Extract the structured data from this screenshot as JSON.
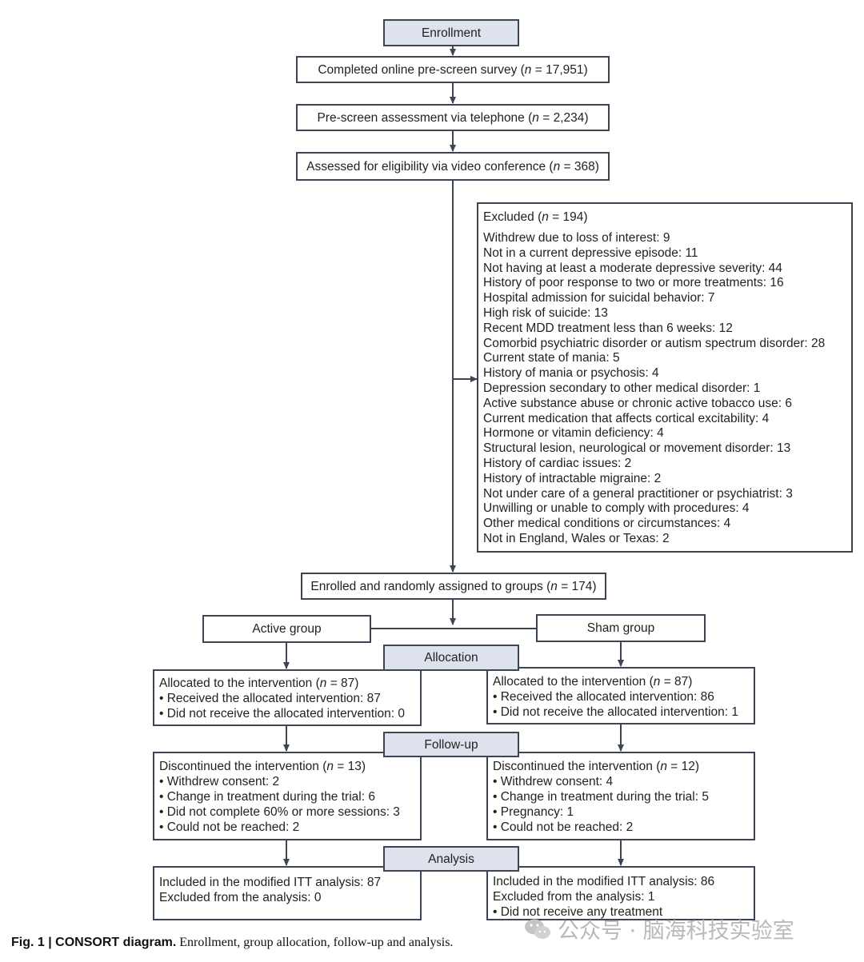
{
  "diagram": {
    "phases": {
      "enrollment": "Enrollment",
      "allocation": "Allocation",
      "followup": "Follow-up",
      "analysis": "Analysis"
    },
    "steps": {
      "survey": {
        "text": "Completed online pre-screen survey (",
        "n": "n",
        "rest": " = 17,951)"
      },
      "telephone": {
        "text": "Pre-screen assessment via telephone (",
        "n": "n",
        "rest": " = 2,234)"
      },
      "video": {
        "text": "Assessed for eligibility via video conference (",
        "n": "n",
        "rest": " = 368)"
      },
      "enrolled": {
        "text": "Enrolled and randomly assigned to groups (",
        "n": "n",
        "rest": " = 174)"
      }
    },
    "excluded": {
      "head_text": "Excluded (",
      "head_n": "n",
      "head_rest": " = 194)",
      "items": [
        "Withdrew due to loss of interest: 9",
        "Not in a current depressive episode: 11",
        "Not having at least a moderate depressive severity: 44",
        "History of poor response to two or more treatments: 16",
        "Hospital admission for suicidal behavior: 7",
        "High risk of suicide: 13",
        "Recent MDD treatment less than 6 weeks: 12",
        "Comorbid psychiatric disorder or autism spectrum disorder: 28",
        "Current state of mania: 5",
        "History of mania or psychosis: 4",
        "Depression secondary to other medical disorder: 1",
        "Active substance abuse or chronic active tobacco use: 6",
        "Current medication that affects cortical excitability: 4",
        "Hormone or vitamin deficiency: 4",
        "Structural lesion, neurological or movement disorder: 13",
        "History of cardiac issues: 2",
        "History of intractable migraine: 2",
        "Not under care of a general practitioner or psychiatrist: 3",
        "Unwilling or unable to comply with procedures: 4",
        "Other medical conditions or circumstances: 4",
        "Not in England, Wales or Texas: 2"
      ]
    },
    "groups": {
      "active": "Active group",
      "sham": "Sham group"
    },
    "active": {
      "allocation": {
        "head_text": "Allocated to the intervention (",
        "head_n": "n",
        "head_rest": " = 87)",
        "items": [
          "• Received the allocated intervention: 87",
          "• Did not receive the allocated intervention: 0"
        ]
      },
      "followup": {
        "head_text": "Discontinued the intervention (",
        "head_n": "n",
        "head_rest": " = 13)",
        "items": [
          "• Withdrew consent: 2",
          "• Change in treatment during the trial: 6",
          "• Did not complete 60% or more sessions: 3",
          "• Could not be reached: 2"
        ]
      },
      "analysis": {
        "items": [
          "Included in the modified ITT analysis: 87",
          "Excluded from the analysis: 0"
        ]
      }
    },
    "sham": {
      "allocation": {
        "head_text": "Allocated to the intervention (",
        "head_n": "n",
        "head_rest": " = 87)",
        "items": [
          "• Received the allocated intervention: 86",
          "• Did not receive the allocated intervention: 1"
        ]
      },
      "followup": {
        "head_text": "Discontinued the intervention (",
        "head_n": "n",
        "head_rest": " = 12)",
        "items": [
          "• Withdrew consent: 4",
          "• Change in treatment during the trial: 5",
          "• Pregnancy: 1",
          "• Could not be reached: 2"
        ]
      },
      "analysis": {
        "items": [
          "Included in the modified ITT analysis: 86",
          "Excluded from the analysis: 1",
          "• Did not receive any treatment"
        ]
      }
    }
  },
  "caption": {
    "label": "Fig. 1 | CONSORT diagram.",
    "text": " Enrollment, group allocation, follow-up and analysis."
  },
  "watermark": "公众号 · 脑海科技实验室",
  "colors": {
    "border": "#3d4553",
    "phase_fill": "#dde2ec",
    "arrow": "#3d4553"
  }
}
